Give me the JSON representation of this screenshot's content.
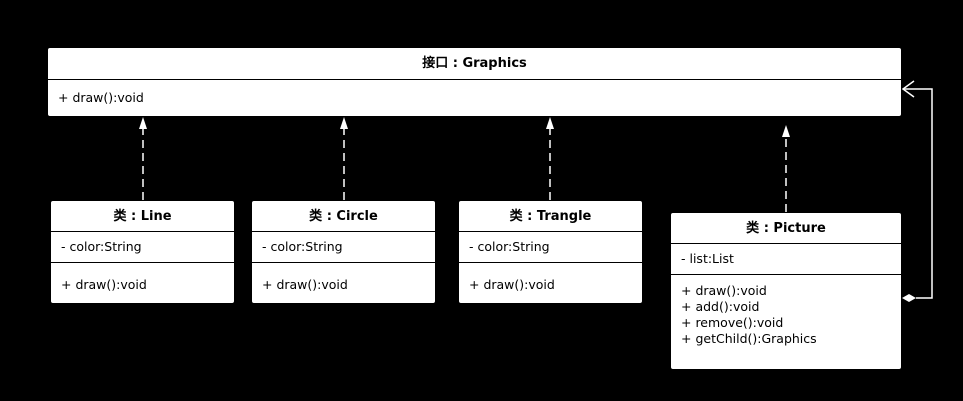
{
  "interface": {
    "title": "接口 : Graphics",
    "methods": [
      "+ draw():void"
    ]
  },
  "classes": [
    {
      "id": "line",
      "title": "类 : Line",
      "attributes": [
        "- color:String"
      ],
      "methods": [
        "+ draw():void"
      ]
    },
    {
      "id": "circle",
      "title": "类 : Circle",
      "attributes": [
        "- color:String"
      ],
      "methods": [
        "+ draw():void"
      ]
    },
    {
      "id": "trangle",
      "title": "类 : Trangle",
      "attributes": [
        "- color:String"
      ],
      "methods": [
        "+ draw():void"
      ]
    },
    {
      "id": "picture",
      "title": "类 : Picture",
      "attributes": [
        "- list:List"
      ],
      "methods": [
        "+ draw():void",
        "+ add():void",
        "+ remove():void",
        "+ getChild():Graphics"
      ]
    }
  ],
  "colors": {
    "background": "#000000",
    "box": "#ffffff",
    "connector": "#ffffff"
  }
}
